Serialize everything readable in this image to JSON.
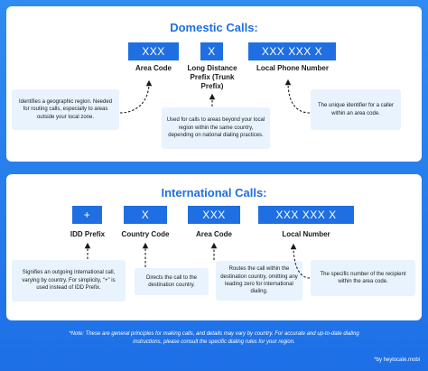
{
  "domestic": {
    "title": "Domestic Calls:",
    "boxes": [
      "XXX",
      "X",
      "XXX XXX X"
    ],
    "labels": [
      "Area Code",
      "Long Distance\nPrefix (Trunk\nPrefix)",
      "Local Phone Number"
    ],
    "descriptions": [
      "Identifies a geographic region. Needed for routing calls, especially to areas outside your local zone.",
      "Used for calls to areas beyond your local region within the same country, depending on national dialing practices.",
      "The unique identifier for a caller within an area code."
    ]
  },
  "international": {
    "title": "International Calls:",
    "boxes": [
      "+",
      "X",
      "XXX",
      "XXX XXX X"
    ],
    "labels": [
      "IDD Prefix",
      "Country Code",
      "Area Code",
      "Local Number"
    ],
    "descriptions": [
      "Signifies an outgoing international call, varying by country. For simplicity, \"+\" is used instead of IDD Prefix.",
      "Directs the call to the destination country.",
      "Routes the call within the destination country, omitting any leading zero for international dialing.",
      "The specific number of the recipient within the area code."
    ]
  },
  "footnote": "*Note: These are general principles for making calls, and details may vary by country. For accurate and up-to-date dialing instructions, please consult the specific dialing rules for your region.",
  "credit": "*by heylocate.mobi",
  "colors": {
    "accent": "#1f6fe2",
    "desc_bg": "#e8f3fd",
    "background": "#2f8cf2"
  }
}
